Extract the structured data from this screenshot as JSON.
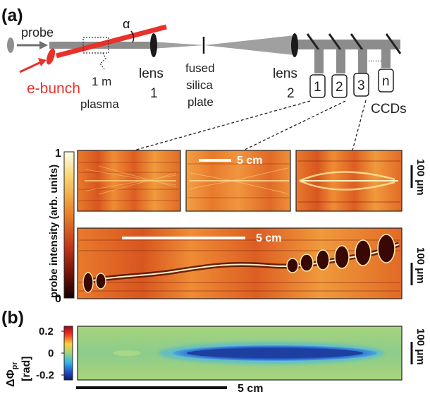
{
  "panel_a": {
    "label": "(a)",
    "probe": "probe",
    "ebunch": "e-bunch",
    "alpha": "α",
    "plasma_length": "1 m",
    "plasma": "plasma",
    "lens1_word": "lens",
    "lens1_num": "1",
    "fused": "fused",
    "silica": "silica",
    "plate": "plate",
    "lens2_word": "lens",
    "lens2_num": "2",
    "ccd_numbers": [
      "1",
      "2",
      "3",
      "n"
    ],
    "ccd_dots": "......",
    "ccds": "CCDs",
    "scale_top": "5 cm",
    "scale_bottom": "5 cm",
    "scale_um_top": "100 μm",
    "scale_um_bottom": "100 μm",
    "colorbar_max": "1",
    "colorbar_min": "0",
    "colorbar_label": "probe intensity (arb. units)"
  },
  "panel_b": {
    "label": "(b)",
    "phase_label": "ΔΦ",
    "phase_sub": "pr",
    "phase_unit": "[rad]",
    "ticks": [
      "0.2",
      "0",
      "-0.2"
    ],
    "scale_um": "100 μm",
    "scale_cm": "5 cm"
  },
  "colors": {
    "ebunch": "#e8312a",
    "beam": "#8c8c8c",
    "lens": "#1a1a1a",
    "map_mid": "#e8742a",
    "phase_bg": "#9fd180",
    "phase_core": "#1d3fa0"
  }
}
